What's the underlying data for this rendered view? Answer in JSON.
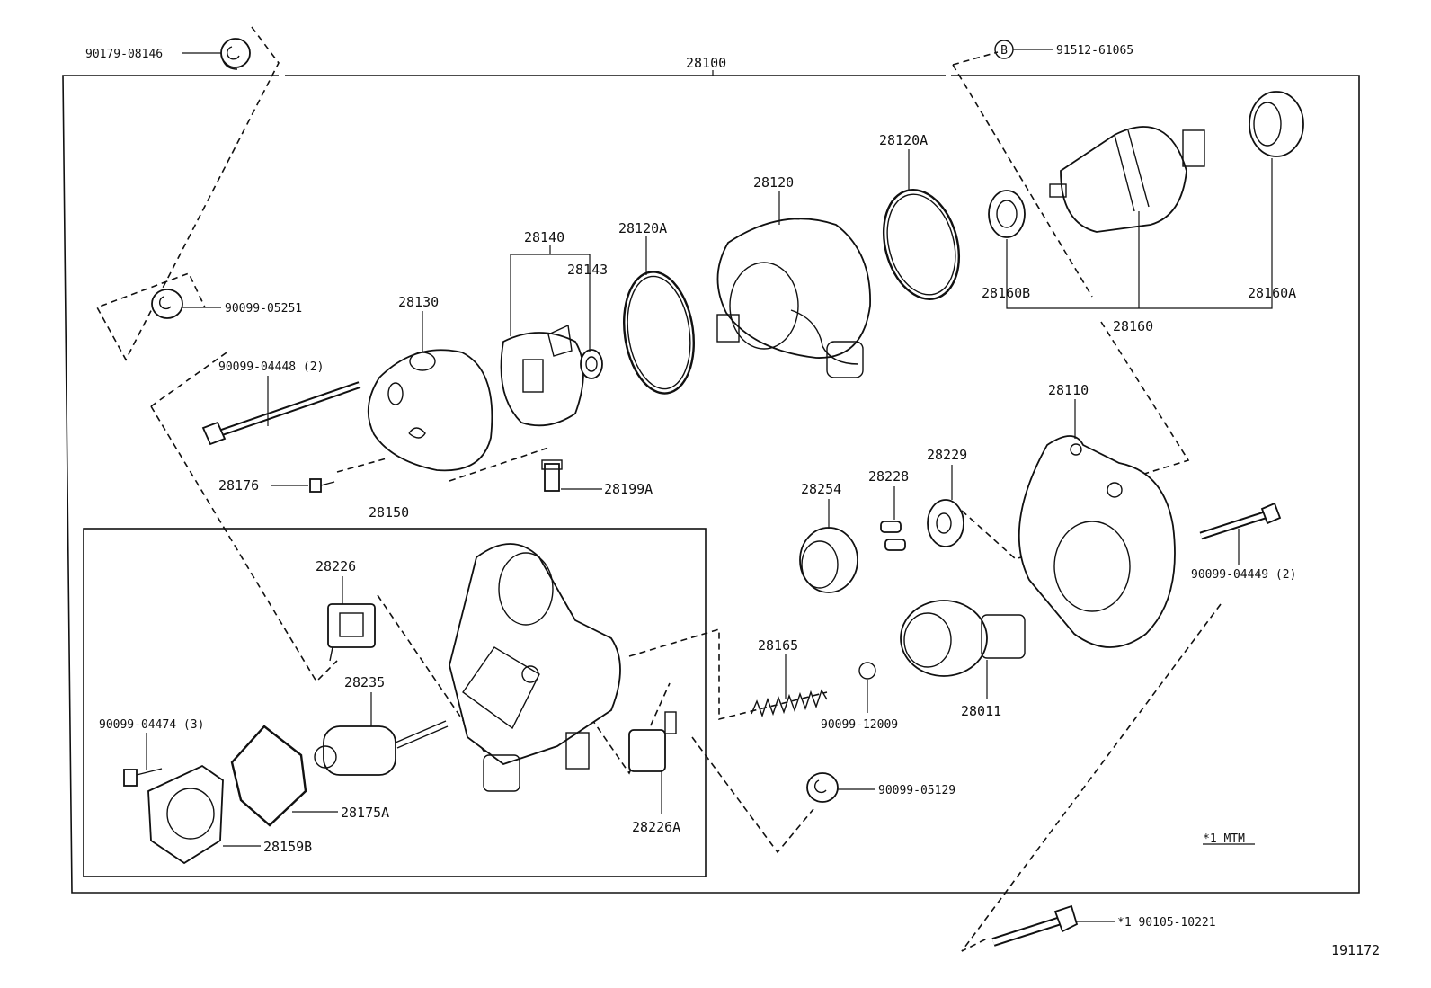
{
  "labels": {
    "p28100": "28100",
    "p90179_08146": "90179-08146",
    "p91512_61065": "91512-61065",
    "circle_b": "B",
    "p90099_05251": "90099-05251",
    "p90099_04448": "90099-04448 (2)",
    "p28130": "28130",
    "p28140": "28140",
    "p28143": "28143",
    "p28120A_left": "28120A",
    "p28120": "28120",
    "p28120A_right": "28120A",
    "p28160B": "28160B",
    "p28160A": "28160A",
    "p28160": "28160",
    "p28110": "28110",
    "p28176": "28176",
    "p28199A": "28199A",
    "p28150": "28150",
    "p28254": "28254",
    "p28228": "28228",
    "p28229": "28229",
    "p90099_04449": "90099-04449 (2)",
    "p28226": "28226",
    "p28235": "28235",
    "p90099_04474": "90099-04474 (3)",
    "p28175A": "28175A",
    "p28159B": "28159B",
    "p28226A": "28226A",
    "p28165": "28165",
    "p90099_12009": "90099-12009",
    "p28011": "28011",
    "p90099_05129": "90099-05129",
    "note_mtm": "*1 MTM",
    "p90105_10221": "*1 90105-10221",
    "figure_number": "191172"
  }
}
